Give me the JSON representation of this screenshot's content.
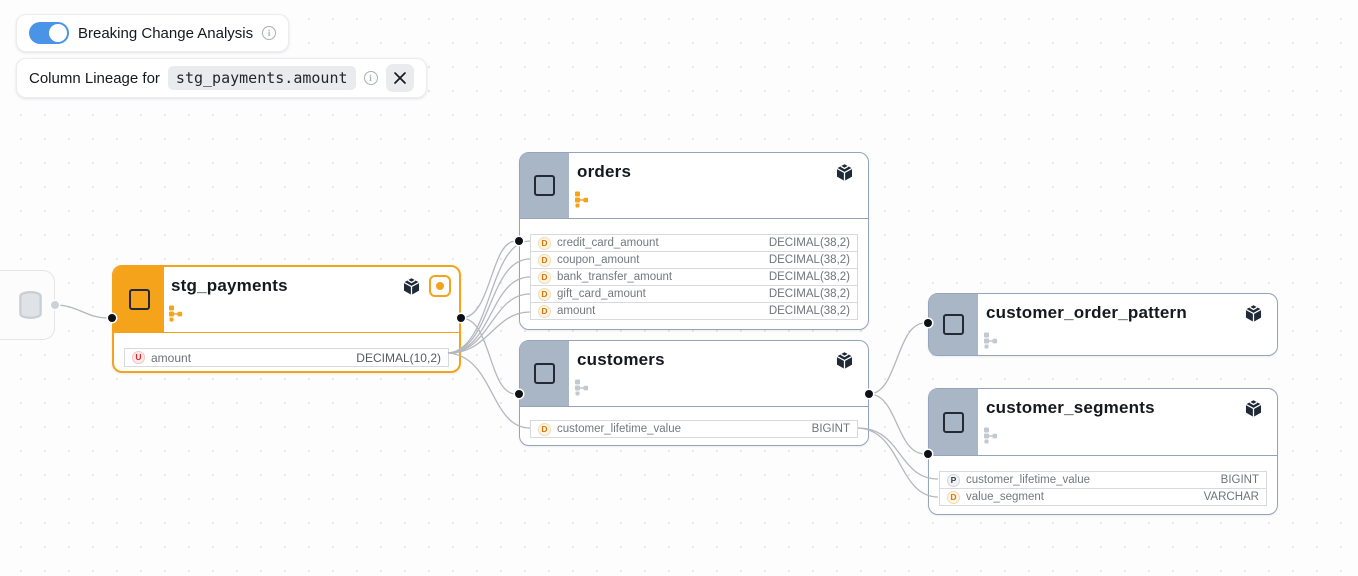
{
  "controls": {
    "breaking_change_toggle": {
      "label": "Breaking Change Analysis",
      "state": "on"
    },
    "lineage_banner": {
      "prefix": "Column Lineage for",
      "column_ref": "stg_payments.amount"
    }
  },
  "nodes": {
    "stg_payments": {
      "title": "stg_payments",
      "highlighted": true,
      "columns": [
        {
          "badge": "U",
          "name": "amount",
          "type": "DECIMAL(10,2)"
        }
      ]
    },
    "orders": {
      "title": "orders",
      "columns": [
        {
          "badge": "D",
          "name": "credit_card_amount",
          "type": "DECIMAL(38,2)"
        },
        {
          "badge": "D",
          "name": "coupon_amount",
          "type": "DECIMAL(38,2)"
        },
        {
          "badge": "D",
          "name": "bank_transfer_amount",
          "type": "DECIMAL(38,2)"
        },
        {
          "badge": "D",
          "name": "gift_card_amount",
          "type": "DECIMAL(38,2)"
        },
        {
          "badge": "D",
          "name": "amount",
          "type": "DECIMAL(38,2)"
        }
      ]
    },
    "customers": {
      "title": "customers",
      "columns": [
        {
          "badge": "D",
          "name": "customer_lifetime_value",
          "type": "BIGINT"
        }
      ]
    },
    "customer_order_pattern": {
      "title": "customer_order_pattern",
      "columns": []
    },
    "customer_segments": {
      "title": "customer_segments",
      "columns": [
        {
          "badge": "P",
          "name": "customer_lifetime_value",
          "type": "BIGINT"
        },
        {
          "badge": "D",
          "name": "value_segment",
          "type": "VARCHAR"
        }
      ]
    }
  },
  "colors": {
    "highlight_orange": "#f5a31a",
    "node_border": "#94a4ba",
    "sidebar_gray": "#a9b6c6",
    "toggle_blue": "#4a94e8",
    "edge_gray": "#b4b7bd",
    "badge_derived": "#d97706",
    "badge_unknown": "#dc2626"
  }
}
